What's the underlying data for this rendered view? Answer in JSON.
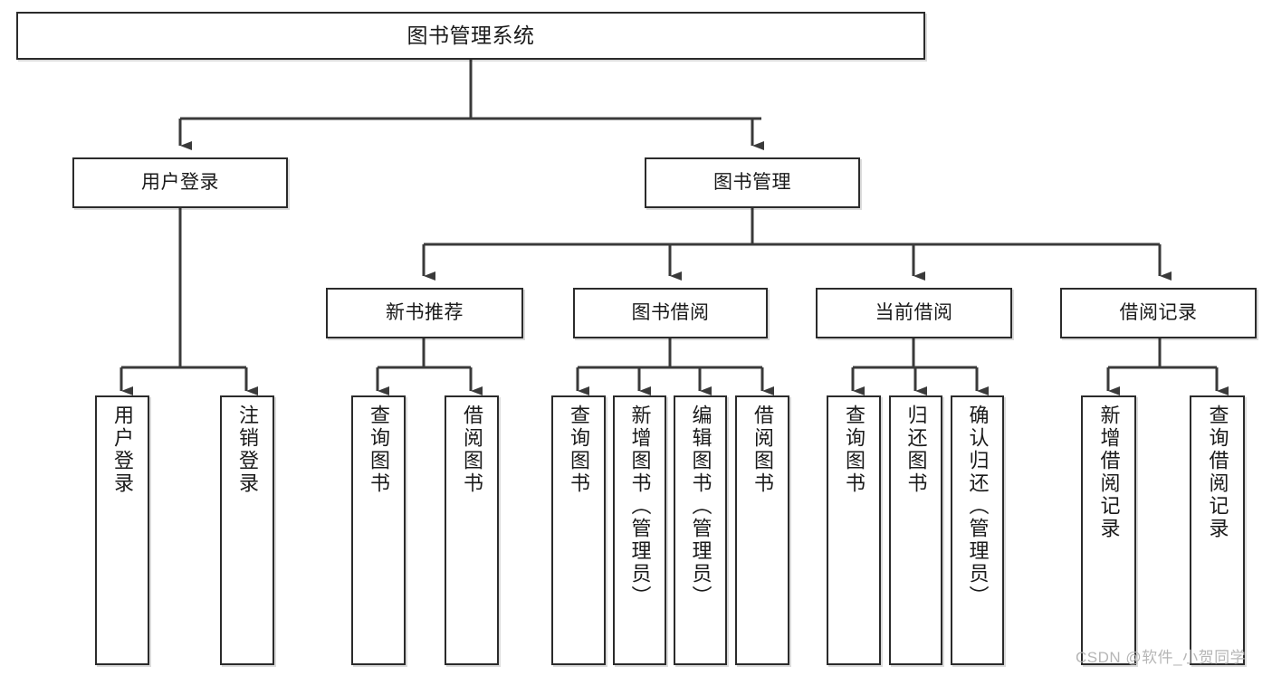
{
  "diagram": {
    "title": "图书管理系统",
    "type": "tree-hierarchy-diagram",
    "colors": {
      "box_border": "#2b2b2b",
      "box_fill": "#ffffff",
      "connector": "#3a3a3a",
      "watermark": "#b6b6b6",
      "background": "#ffffff"
    },
    "watermark": "CSDN @软件_小贺同学"
  },
  "nodes": {
    "root": {
      "label": "图书管理系统"
    },
    "level2": [
      {
        "label": "用户登录"
      },
      {
        "label": "图书管理"
      }
    ],
    "level3": [
      {
        "label": "新书推荐"
      },
      {
        "label": "图书借阅"
      },
      {
        "label": "当前借阅"
      },
      {
        "label": "借阅记录"
      }
    ],
    "leaves": {
      "user_login": [
        {
          "label": "用户登录"
        },
        {
          "label": "注销登录"
        }
      ],
      "new_book_recommend": [
        {
          "label": "查询图书"
        },
        {
          "label": "借阅图书"
        }
      ],
      "book_borrow": [
        {
          "label": "查询图书"
        },
        {
          "label": "新增图书（管理员）"
        },
        {
          "label": "编辑图书（管理员）"
        },
        {
          "label": "借阅图书"
        }
      ],
      "current_borrow": [
        {
          "label": "查询图书"
        },
        {
          "label": "归还图书"
        },
        {
          "label": "确认归还（管理员）"
        }
      ],
      "borrow_record": [
        {
          "label": "新增借阅记录"
        },
        {
          "label": "查询借阅记录"
        }
      ]
    }
  }
}
